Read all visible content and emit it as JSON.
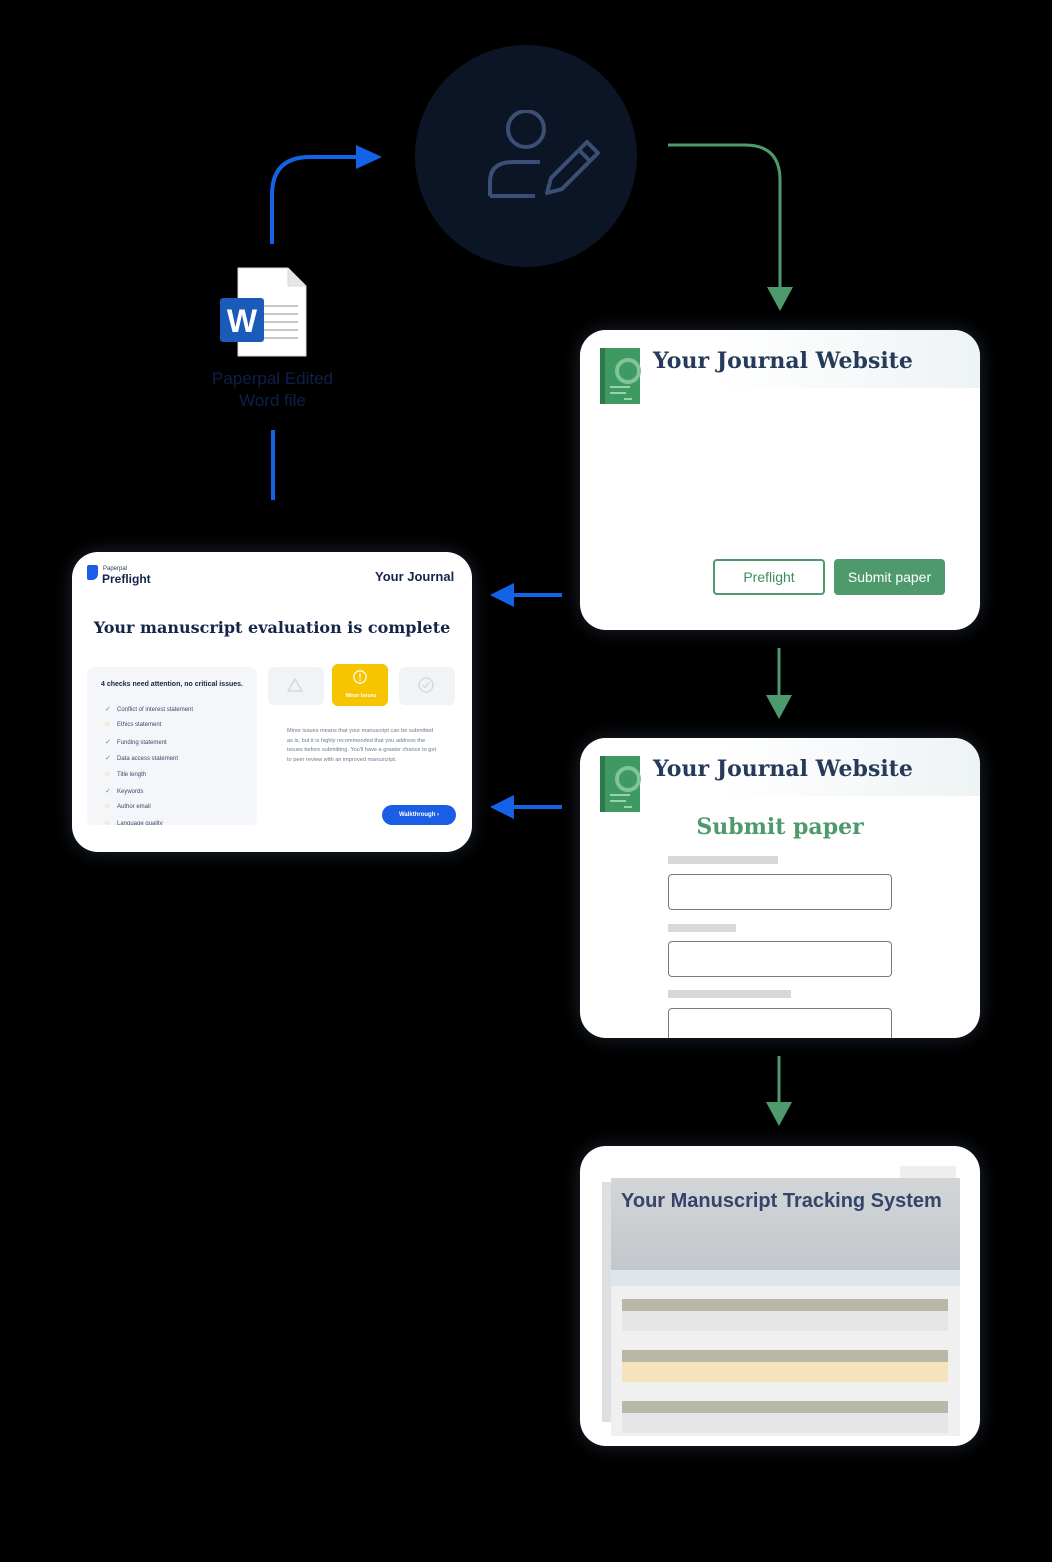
{
  "word_file": {
    "caption": "Paperpal Edited Word file",
    "icon_letter": "W"
  },
  "journal_site": {
    "title": "Your Journal Website",
    "preflight_label": "Preflight",
    "submit_label": "Submit paper"
  },
  "submit_page": {
    "title": "Your Journal Website",
    "heading": "Submit paper"
  },
  "tracker": {
    "title": "Your Manuscript Tracking System"
  },
  "preflight": {
    "brand_small": "Paperpal",
    "brand": "Preflight",
    "journal": "Your Journal",
    "title": "Your manuscript evaluation is complete",
    "summary": "4 checks need attention, no critical issues.",
    "checks": [
      {
        "label": "Conflict of interest statement",
        "status": "ok"
      },
      {
        "label": "Ethics statement",
        "status": "warn"
      },
      {
        "label": "Funding statement",
        "status": "ok"
      },
      {
        "label": "Data access statement",
        "status": "ok"
      },
      {
        "label": "Title length",
        "status": "warn"
      },
      {
        "label": "Keywords",
        "status": "ok"
      },
      {
        "label": "Author email",
        "status": "warn"
      },
      {
        "label": "Language quality",
        "status": "warn"
      }
    ],
    "active_tile_label": "Minor Issues",
    "note": "Minor issues means that your manuscript can be submitted as is, but it is highly recommended that you address the issues before submitting. You'll have a greater chance to get to peer review with an improved manuscript.",
    "walkthrough": "Walkthrough  ›"
  },
  "colors": {
    "blue_arrow": "#1463e6",
    "green_arrow": "#4e9a6c",
    "word_blue": "#1a5ab8"
  }
}
